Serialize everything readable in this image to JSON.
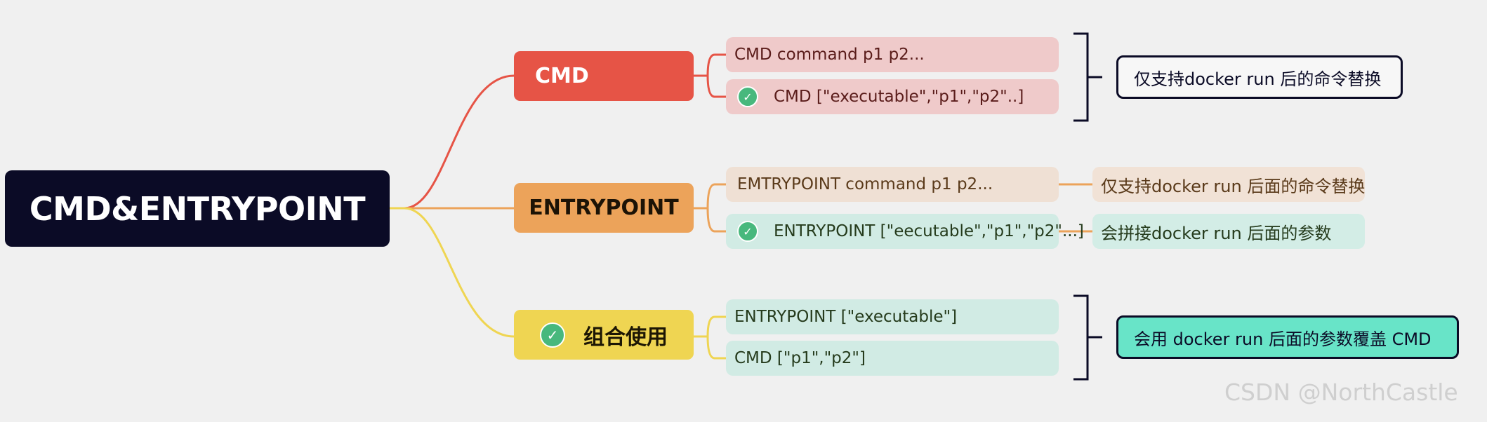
{
  "root": {
    "label": "CMD&ENTRYPOINT"
  },
  "branches": [
    {
      "label": "CMD",
      "color": "#e65446",
      "items": [
        {
          "text": "CMD command p1 p2...",
          "checked": false
        },
        {
          "text": "CMD [\"executable\",\"p1\",\"p2\"..]",
          "checked": true
        }
      ],
      "summary": "仅支持docker run 后的命令替换"
    },
    {
      "label": "ENTRYPOINT",
      "color": "#eca35a",
      "items": [
        {
          "text": "EMTRYPOINT command p1 p2...",
          "checked": false,
          "note": "仅支持docker run 后面的命令替换"
        },
        {
          "text": "ENTRYPOINT [\"eecutable\",\"p1\",\"p2\"...]",
          "checked": true,
          "note": "会拼接docker run 后面的参数"
        }
      ]
    },
    {
      "label": "组合使用",
      "color": "#efd552",
      "checked": true,
      "items": [
        {
          "text": "ENTRYPOINT [\"executable\"]",
          "checked": false
        },
        {
          "text": "CMD [\"p1\",\"p2\"]",
          "checked": false
        }
      ],
      "summary": "会用 docker run 后面的参数覆盖 CMD"
    }
  ],
  "watermark": "CSDN @NorthCastle",
  "icons": {
    "check": "check-circle-icon"
  }
}
